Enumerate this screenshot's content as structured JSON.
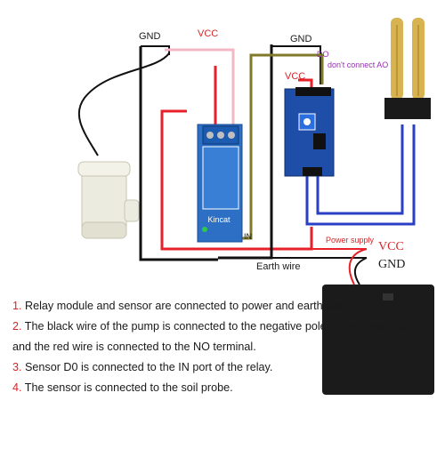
{
  "diagram": {
    "labels": {
      "gnd_top_left": "GND",
      "vcc_top": "VCC",
      "gnd_top_right": "GND",
      "do_label": "DO",
      "dont_connect": "don't connect  AO",
      "vcc_sensor": "VCC",
      "relay_brand": "Kincat",
      "in_label": "IN",
      "power_supply": "Power supply",
      "vcc_supply": "VCC",
      "gnd_supply": "GND",
      "earth_wire": "Earth wire"
    },
    "colors": {
      "red_wire": "#e8202a",
      "black_wire": "#111111",
      "pink_wire": "#f3b8c4",
      "olive_wire": "#7f7a2a",
      "blue_wire": "#2a3fc4",
      "relay_blue": "#2e6fc6",
      "sensor_blue": "#1f4ea8",
      "probe_gold": "#d8b352",
      "pump_white": "#ecebdf",
      "battery_black": "#1b1b1b"
    }
  },
  "notes": [
    {
      "num": "1.",
      "text": " Relay module and sensor are connected to power and earth wire."
    },
    {
      "num": "2.",
      "text": " The black wire of the pump is connected to the negative pole of the power supply, and the red wire is connected to the NO terminal."
    },
    {
      "num": "3.",
      "text": " Sensor D0 is connected to the IN port of the relay."
    },
    {
      "num": "4.",
      "text": " The sensor is connected to the soil probe."
    }
  ]
}
